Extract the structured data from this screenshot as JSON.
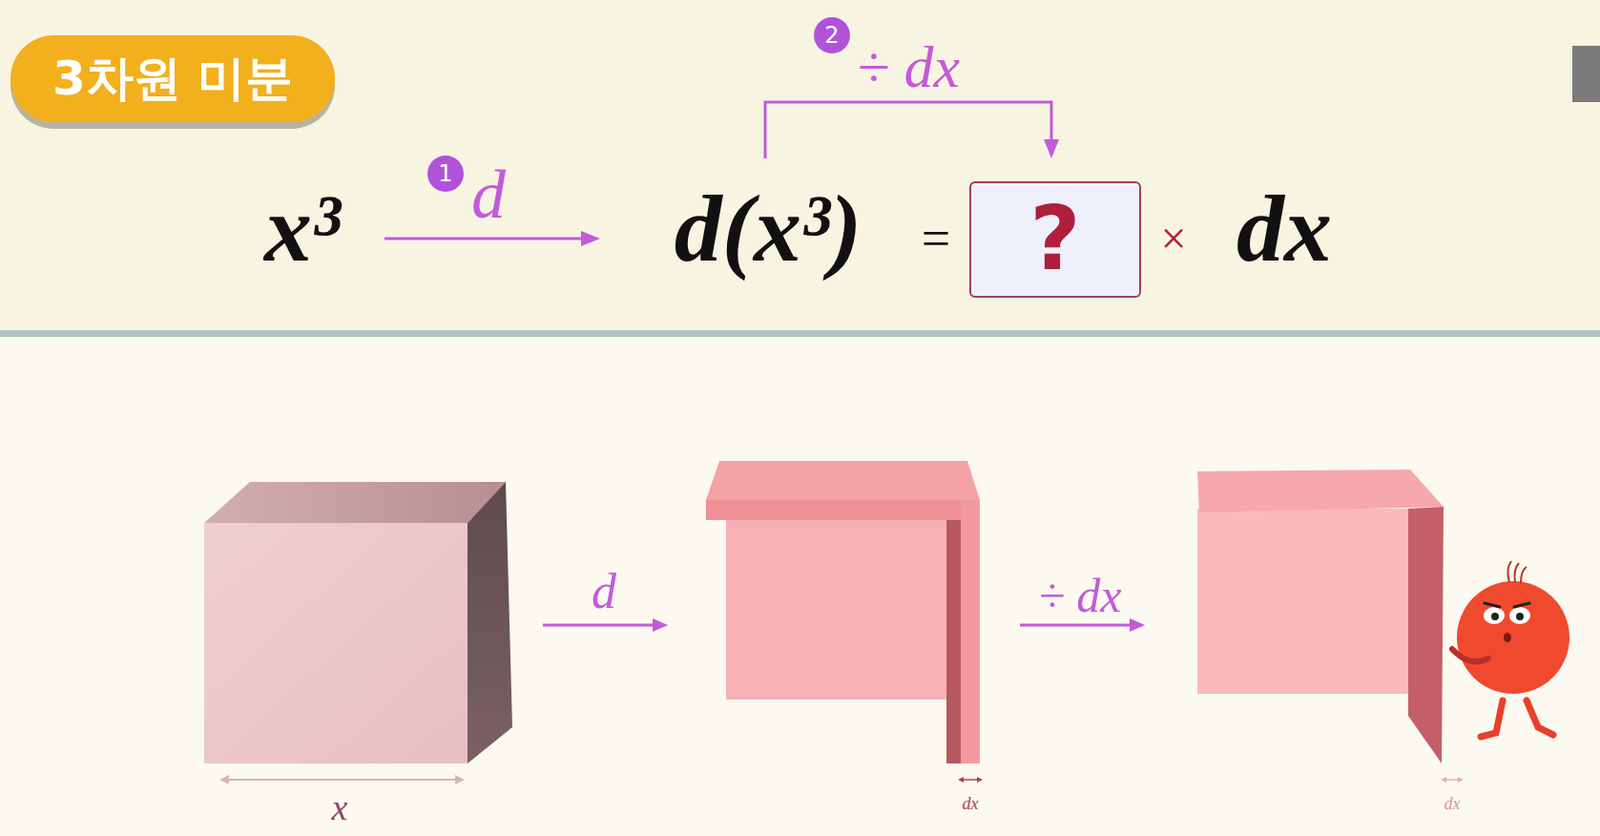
{
  "diagram": {
    "nodes": [
      {
        "text": [
          "3차원 미분"
        ]
      },
      {
        "text": [
          "2"
        ]
      },
      {
        "text": [
          "1"
        ]
      },
      {
        "text": [
          "?"
        ]
      }
    ],
    "labels": [
      "x³",
      "d",
      "d(x³)",
      "=",
      "×",
      "dx",
      "÷ dx",
      "d",
      "÷ dx",
      "x",
      "dx",
      "dx"
    ]
  }
}
